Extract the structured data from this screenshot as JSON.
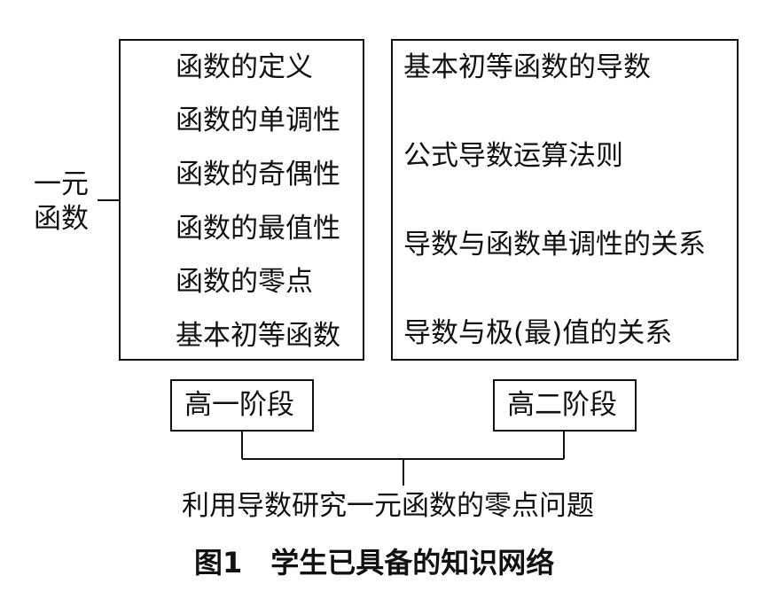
{
  "left_topic": {
    "line1": "一元",
    "line2": "函数"
  },
  "left_items": [
    "函数的定义",
    "函数的单调性",
    "函数的奇偶性",
    "函数的最值性",
    "函数的零点",
    "基本初等函数"
  ],
  "right_items": [
    "基本初等函数的导数",
    "公式导数运算法则",
    "导数与函数单调性的关系",
    "导数与极(最)值的关系"
  ],
  "stages": {
    "left": "高一阶段",
    "right": "高二阶段"
  },
  "goal": "利用导数研究一元函数的零点问题",
  "caption": "图1　学生已具备的知识网络"
}
